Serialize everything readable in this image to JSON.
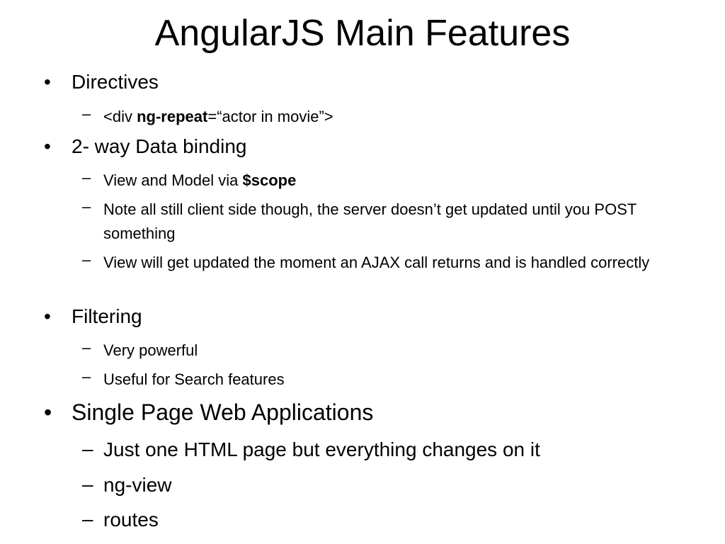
{
  "slide": {
    "title": "AngularJS Main Features",
    "bullet_char": "•",
    "dash_char": "–",
    "items": [
      {
        "label": "Directives",
        "subitems": [
          {
            "pre": "<div ",
            "bold": "ng-repeat",
            "post": "=“actor in movie”>"
          }
        ]
      },
      {
        "label": "2- way Data binding",
        "subitems": [
          {
            "pre": "View and Model via ",
            "bold": "$scope",
            "post": ""
          },
          {
            "text": "Note all still client side though, the server doesn’t get updated until you POST something"
          },
          {
            "text": "View will get updated the moment an AJAX call returns and is handled correctly"
          }
        ]
      },
      {
        "label": "Filtering",
        "subitems": [
          {
            "text": "Very powerful"
          },
          {
            "text": "Useful for Search features"
          }
        ]
      },
      {
        "label": "Single Page Web Applications",
        "subitems": [
          {
            "text": "Just one HTML page but everything changes on it"
          },
          {
            "text": "ng-view"
          },
          {
            "text": "routes"
          }
        ]
      }
    ]
  }
}
